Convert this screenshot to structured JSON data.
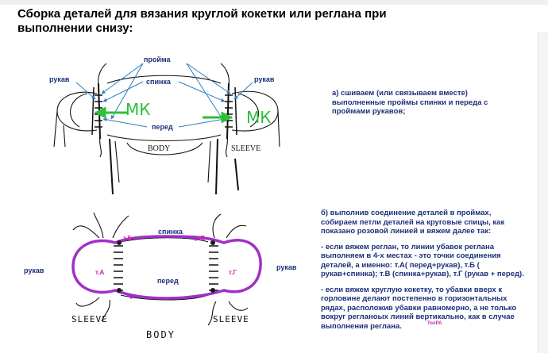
{
  "title": "Сборка деталей для  вязания круглой кокетки или реглана при\nвыполнении снизу:",
  "top_diagram": {
    "label_proyma": "пройма",
    "label_spinka": "спинка",
    "label_pered": "перед",
    "label_rukav_left": "рукав",
    "label_rukav_right": "рукав",
    "label_body": "BODY",
    "label_sleeve": "SLEEVE",
    "mk_left": "МК",
    "mk_right": "МК"
  },
  "bottom_diagram": {
    "label_spinka": "спинка",
    "label_pered": "перед",
    "label_rukav_left": "рукав",
    "label_rukav_right": "рукав",
    "tB": "т.Б",
    "tV": "т.В",
    "tA": "т.А",
    "tG": "т.Г",
    "sleeve_left": "SLEEVE",
    "sleeve_right": "SLEEVE",
    "body": "BODY"
  },
  "note_a": "а) сшиваем (или связываем вместе) выполненные проймы спинки и переда с проймами рукавов;",
  "note_b_1": "б)  выполнив соединение деталей в проймах, собираем петли деталей на круговые спицы, как показано розовой линией  и  вяжем далее так:",
  "note_b_2": "-  если вяжем реглан,  то линии убавок реглана выполняем в 4-х местах  - это точки соединения деталей,  а именно:  т.А( перед+рукав),  т.Б ( рукав+спинка); т.В (спинка+рукав),  т.Г (рукав + перед).",
  "note_b_3": "- если вяжем круглую кокетку,  то убавки вверх к горловине делают постепенно в горизонтальных рядах, расположив убавки равномерно, а не только вокруг регланоых линий вертикально, как в случае выполнения реглана.",
  "signature": "ТолРА",
  "colors": {
    "label_blue": "#1b2f7a",
    "arrow_blue": "#2a7fc0",
    "mk_green": "#2fbf3a",
    "pink": "#a030c8",
    "pink_label": "#c026a8"
  }
}
